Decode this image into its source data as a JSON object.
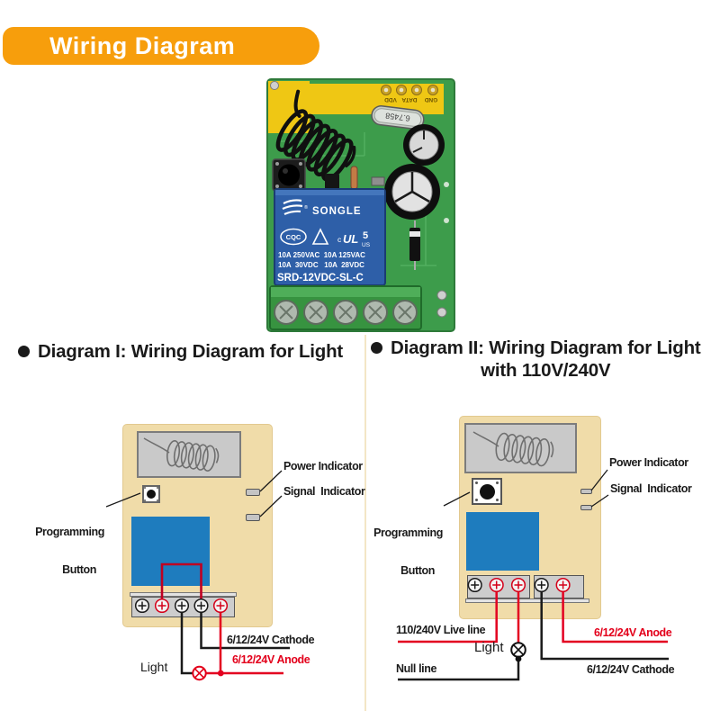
{
  "banner": {
    "title": "Wiring Diagram"
  },
  "pcb_photo": {
    "crystal_label": "6.7458",
    "pin_labels": [
      "VDD",
      "DATA",
      "GND"
    ],
    "relay": {
      "brand": "SONGLE",
      "reg_mark": "®",
      "cqc_mark": "CQC",
      "ul_prefix": "c",
      "ul_mark": "UL",
      "ul_class": "5",
      "ul_us": "US",
      "rating_line1": "10A 250VAC  10A 125VAC",
      "rating_line2": "10A  30VDC   10A  28VDC",
      "model": "SRD-12VDC-SL-C"
    }
  },
  "diagram1": {
    "heading": "Diagram I: Wiring Diagram for Light",
    "programming_label_line1": "Programming",
    "programming_label_line2": "Button",
    "power_label": "Power Indicator",
    "signal_label": "Signal  Indicator",
    "light_label": "Light",
    "cathode_label": "6/12/24V Cathode",
    "anode_label": "6/12/24V Anode"
  },
  "diagram2": {
    "heading_line1": "Diagram II: Wiring Diagram for Light",
    "heading_line2": "with 110V/240V",
    "programming_label_line1": "Programming",
    "programming_label_line2": "Button",
    "power_label": "Power Indicator",
    "signal_label": "Signal  Indicator",
    "live_label": "110/240V Live line",
    "null_label": "Null line",
    "light_label": "Light",
    "cathode_label": "6/12/24V Cathode",
    "anode_label": "6/12/24V Anode"
  },
  "colors": {
    "banner_orange": "#F79E0C",
    "board_beige": "#F0DCA9",
    "relay_blue": "#1E7CBE",
    "wire_red": "#E30020",
    "loop_red": "#C00021",
    "wire_black": "#1A1A1A",
    "label_red": "#E3001B",
    "pcb_green": "#3D9C4B",
    "module_yellow": "#EFC714"
  }
}
